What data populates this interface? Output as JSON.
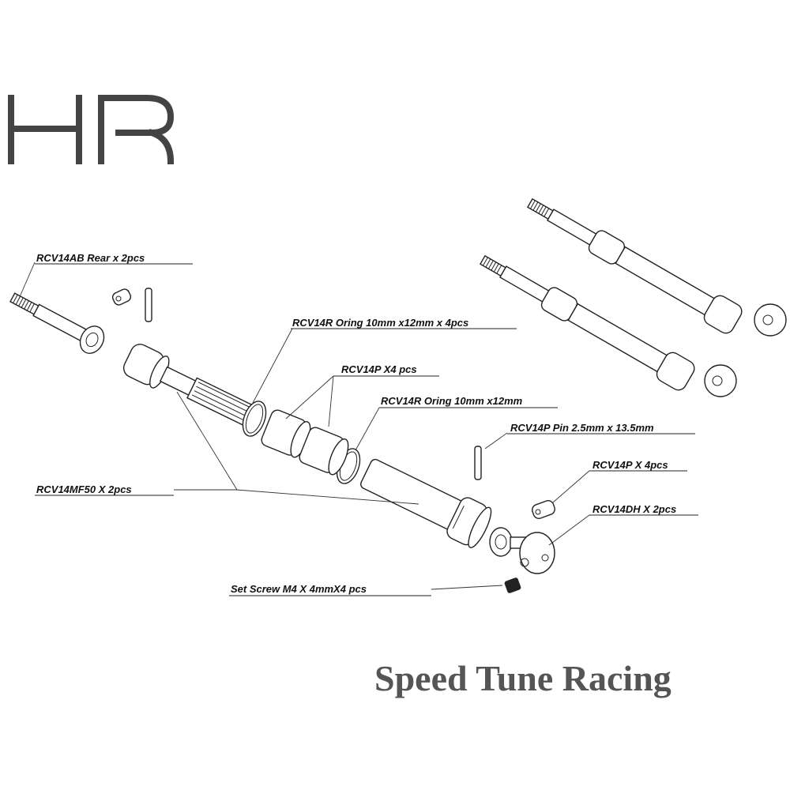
{
  "logo": {
    "text": "HR"
  },
  "brand": {
    "text": "Speed Tune Racing"
  },
  "labels": {
    "rear": "RCV14AB Rear x 2pcs",
    "oring_4": "RCV14R Oring 10mm x12mm x 4pcs",
    "p_x4": "RCV14P X4 pcs",
    "oring": "RCV14R Oring 10mm x12mm",
    "pin": "RCV14P Pin 2.5mm x 13.5mm",
    "p_x4b": "RCV14P X 4pcs",
    "dh": "RCV14DH X 2pcs",
    "mf50": "RCV14MF50 X 2pcs",
    "setscrew": "Set Screw M4 X 4mmX4 pcs"
  }
}
